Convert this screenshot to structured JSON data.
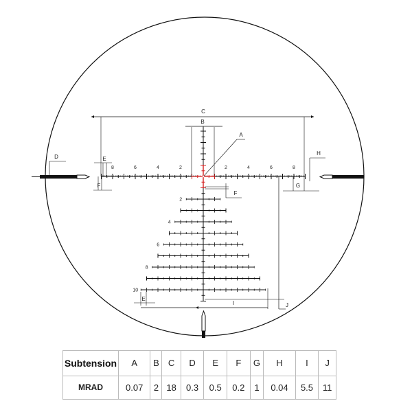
{
  "reticle": {
    "mrad_labels": [
      "2",
      "4",
      "6",
      "8",
      "10"
    ],
    "horizontal_labels": [
      "8",
      "6",
      "4",
      "2",
      "2",
      "4",
      "6",
      "8"
    ],
    "callouts": {
      "A": "A",
      "B": "B",
      "C": "C",
      "D": "D",
      "E": "E",
      "F": "F",
      "G": "G",
      "H": "H",
      "I": "I",
      "J": "J"
    },
    "center_color": "#d22020",
    "line_color": "#111111"
  },
  "table": {
    "header_label": "Subtension",
    "unit_label": "MRAD",
    "columns": [
      "A",
      "B",
      "C",
      "D",
      "E",
      "F",
      "G",
      "H",
      "I",
      "J"
    ],
    "values": [
      "0.07",
      "2",
      "18",
      "0.3",
      "0.5",
      "0.2",
      "1",
      "0.04",
      "5.5",
      "11"
    ]
  }
}
